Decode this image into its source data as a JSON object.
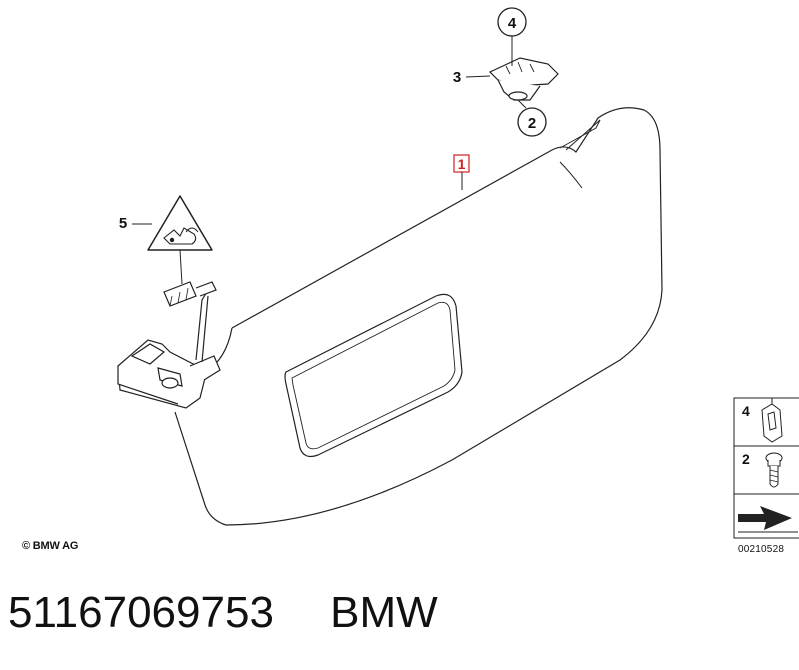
{
  "diagram": {
    "callouts": [
      {
        "label": "1",
        "part": "sun visor"
      },
      {
        "label": "2",
        "part": "screw"
      },
      {
        "label": "3",
        "part": "visor bracket"
      },
      {
        "label": "4",
        "part": "clip"
      },
      {
        "label": "5",
        "part": "warning symbol"
      }
    ],
    "legend": {
      "items": [
        {
          "label": "4"
        },
        {
          "label": "2"
        }
      ]
    },
    "copyright": "© BMW AG",
    "diagram_id": "00210528"
  },
  "footer": {
    "part_number": "51167069753",
    "brand": "BMW"
  }
}
